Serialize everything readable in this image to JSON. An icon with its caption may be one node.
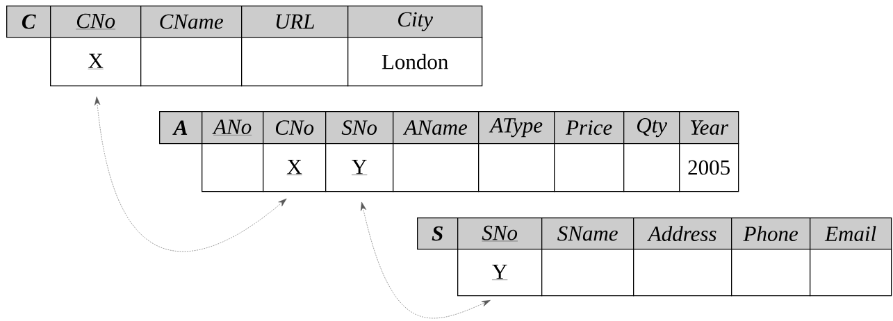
{
  "diagram": {
    "nodes": [
      {
        "text": [
          "C"
        ]
      },
      {
        "text": [
          "CNo"
        ]
      },
      {
        "text": [
          "CName"
        ]
      },
      {
        "text": [
          "URL"
        ]
      },
      {
        "text": [
          "City"
        ]
      },
      {
        "text": [
          "X"
        ]
      },
      {
        "text": [],
        "shape": "box"
      },
      {
        "text": [],
        "shape": "box"
      },
      {
        "text": [
          "London"
        ]
      },
      {
        "text": [
          "A"
        ]
      },
      {
        "text": [
          "ANo"
        ]
      },
      {
        "text": [
          "CNo"
        ]
      },
      {
        "text": [
          "SNo"
        ]
      },
      {
        "text": [
          "AName"
        ]
      },
      {
        "text": [
          "AType"
        ]
      },
      {
        "text": [
          "Price"
        ]
      },
      {
        "text": [
          "Qty"
        ]
      },
      {
        "text": [
          "Year"
        ]
      },
      {
        "text": [],
        "shape": "box"
      },
      {
        "text": [
          "X"
        ]
      },
      {
        "text": [
          "Y"
        ]
      },
      {
        "text": [],
        "shape": "box"
      },
      {
        "text": [],
        "shape": "box"
      },
      {
        "text": [],
        "shape": "box"
      },
      {
        "text": [],
        "shape": "box"
      },
      {
        "text": [
          "2005"
        ]
      },
      {
        "text": [
          "S"
        ]
      },
      {
        "text": [
          "SNo"
        ]
      },
      {
        "text": [
          "SName"
        ]
      },
      {
        "text": [
          "Address"
        ]
      },
      {
        "text": [
          "Phone"
        ]
      },
      {
        "text": [
          "Email"
        ]
      },
      {
        "text": [
          "Y"
        ]
      },
      {
        "text": [],
        "shape": "box"
      },
      {
        "text": [],
        "shape": "box"
      },
      {
        "text": [],
        "shape": "box"
      },
      {
        "text": [],
        "shape": "box"
      }
    ],
    "edges": [
      {
        "from": 5,
        "to": 19,
        "arrow": "both",
        "style": "dashed"
      },
      {
        "from": 20,
        "to": 32,
        "arrow": "both",
        "style": "dashed"
      }
    ]
  }
}
